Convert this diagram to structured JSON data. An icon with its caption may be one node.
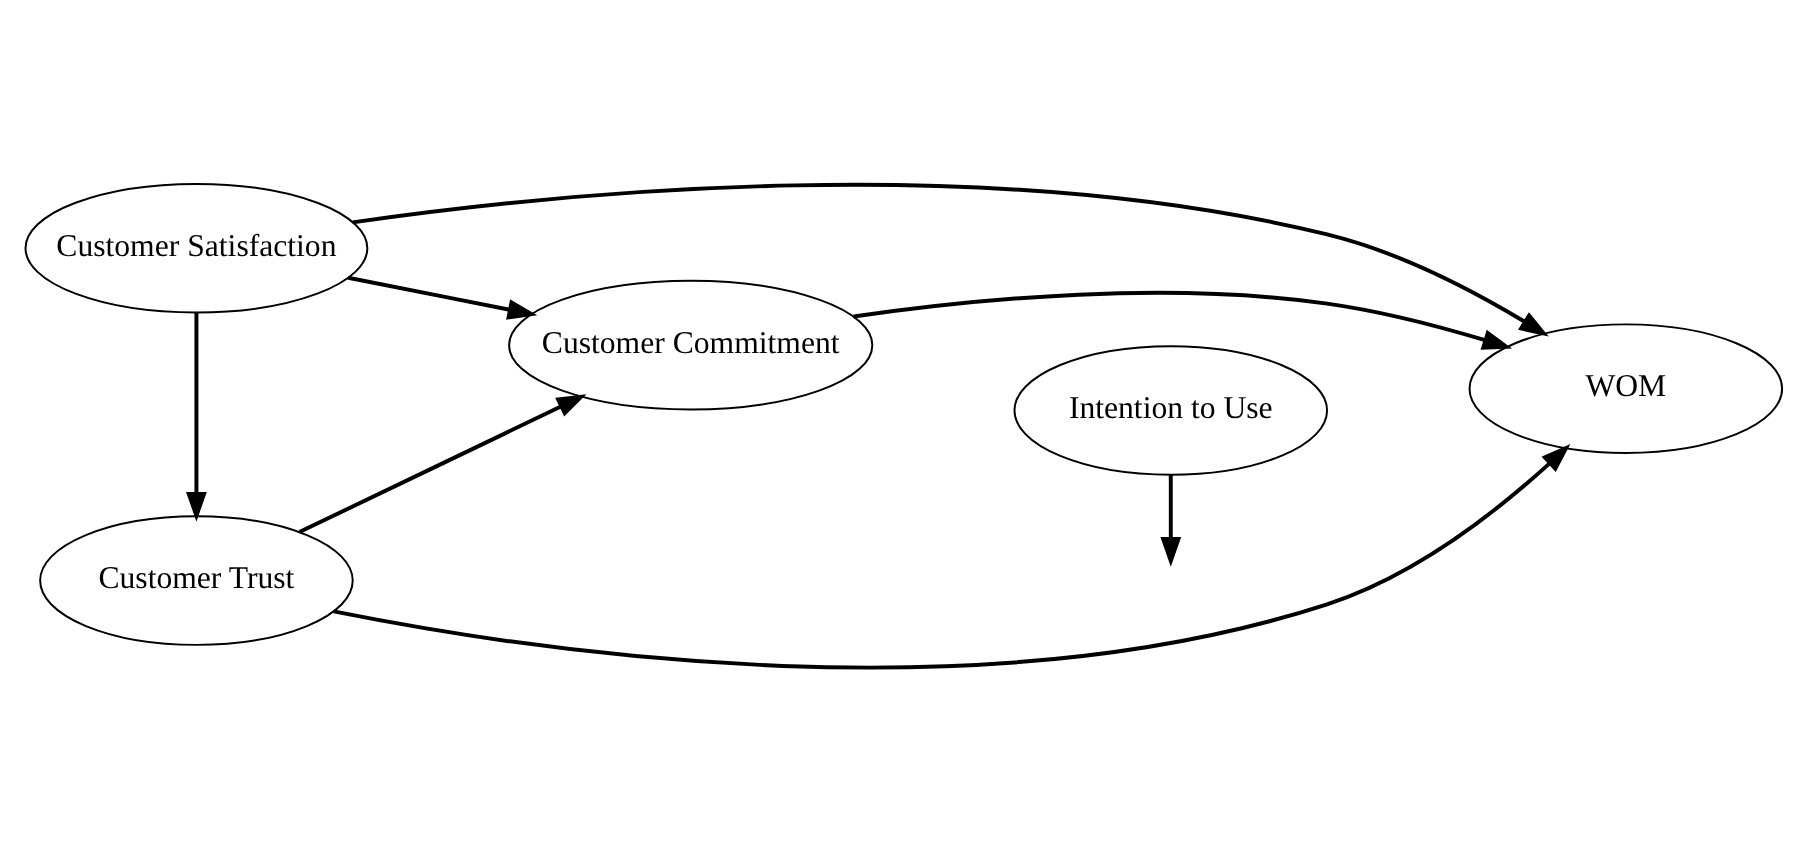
{
  "diagram": {
    "nodes": [
      {
        "text": [
          "Customer Satisfaction"
        ]
      },
      {
        "text": [
          "Customer Trust"
        ]
      },
      {
        "text": [
          "Customer Commitment"
        ]
      },
      {
        "text": [
          "WOM"
        ]
      },
      {
        "text": [
          "Intention to Use"
        ]
      }
    ],
    "edges": [
      {
        "from": 0,
        "to": 1,
        "arrow": "to"
      },
      {
        "from": 0,
        "to": 2,
        "arrow": "to"
      },
      {
        "from": 0,
        "to": 3,
        "arrow": "to"
      },
      {
        "from": 1,
        "to": 2,
        "arrow": "to"
      },
      {
        "from": 1,
        "to": 3,
        "arrow": "to"
      },
      {
        "from": 2,
        "to": 3,
        "arrow": "to"
      },
      {
        "from": 4,
        "to": null,
        "arrow": "to"
      }
    ]
  }
}
